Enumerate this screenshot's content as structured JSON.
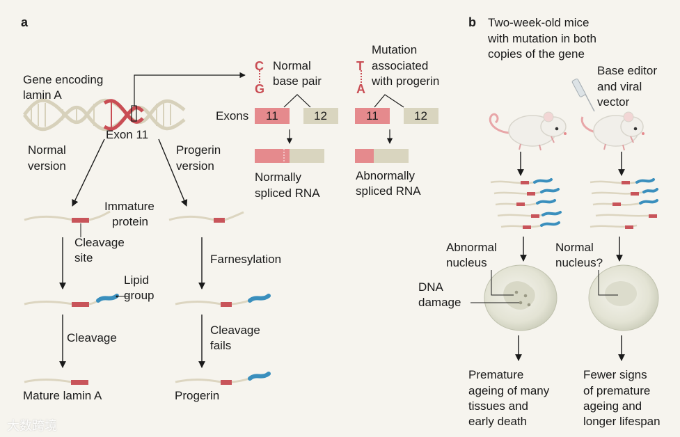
{
  "panel_a": {
    "letter": "a",
    "gene_label": [
      "Gene encoding",
      "lamin A"
    ],
    "exon11_label": "Exon 11",
    "normal_version": [
      "Normal",
      "version"
    ],
    "progerin_version": [
      "Progerin",
      "version"
    ],
    "normal_pair": {
      "top_base": "C",
      "bottom_base": "G",
      "label": [
        "Normal",
        "base pair"
      ]
    },
    "mutation_pair": {
      "top_base": "T",
      "bottom_base": "A",
      "label": [
        "Mutation",
        "associated",
        "with progerin"
      ]
    },
    "exons_label": "Exons",
    "exon_numbers": [
      "11",
      "12"
    ],
    "normally_spliced": [
      "Normally",
      "spliced RNA"
    ],
    "abnormally_spliced": [
      "Abnormally",
      "spliced RNA"
    ],
    "immature_protein": [
      "Immature",
      "protein"
    ],
    "cleavage_site": [
      "Cleavage",
      "site"
    ],
    "lipid_group": [
      "Lipid",
      "group"
    ],
    "farnesylation": "Farnesylation",
    "cleavage": "Cleavage",
    "cleavage_fails": [
      "Cleavage",
      "fails"
    ],
    "mature_lamin": "Mature lamin A",
    "progerin": "Progerin"
  },
  "panel_b": {
    "letter": "b",
    "title": [
      "Two-week-old mice",
      "with mutation in both",
      "copies of the gene"
    ],
    "base_editor": [
      "Base editor",
      "and viral",
      "vector"
    ],
    "abnormal_nucleus": [
      "Abnormal",
      "nucleus"
    ],
    "normal_nucleus": [
      "Normal",
      "nucleus?"
    ],
    "dna_damage": [
      "DNA",
      "damage"
    ],
    "outcome_untreated": [
      "Premature",
      "ageing of many",
      "tissues and",
      "early death"
    ],
    "outcome_treated": [
      "Fewer signs",
      "of premature",
      "ageing and",
      "longer lifespan"
    ]
  },
  "watermark": "大数跨境",
  "colors": {
    "background": "#f6f4ee",
    "exon_red": "#e58a8d",
    "exon_beige": "#d9d5bf",
    "cleavage_red": "#c8545a",
    "lipid_blue": "#3a8fbd",
    "dna_red": "#c94d54",
    "dna_beige": "#d7d1bb",
    "strand": "#dcd5c0"
  }
}
